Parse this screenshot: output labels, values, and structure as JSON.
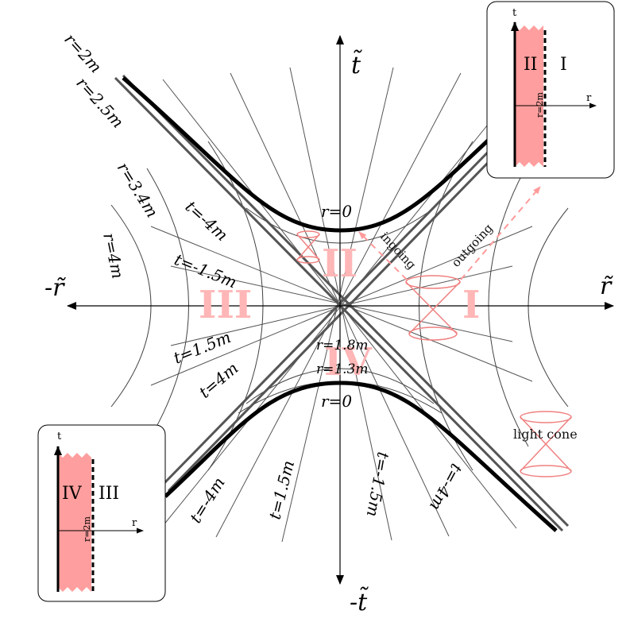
{
  "axes": {
    "t_tilde": "t̃",
    "neg_t_tilde": "-t̃",
    "r_tilde": "r̃",
    "neg_r_tilde": "-r̃"
  },
  "r_labels": {
    "r_2m": "r=2m",
    "r_2_5m": "r=2.5m",
    "r_3_4m": "r=3.4m",
    "r_4m": "r=4m",
    "r_0_top": "r=0",
    "r_0_bottom": "r=0",
    "r_1_8m": "r=1.8m",
    "r_1_3m": "r=1.3m"
  },
  "t_labels": {
    "upper_left_neg4": "t=-4m",
    "upper_left_neg1_5": "t=-1.5m",
    "lower_left_1_5": "t=1.5m",
    "lower_left_4": "t=4m",
    "bottom_neg4": "t=-4m",
    "bottom_1_5": "t=1.5m",
    "bottom_right_neg1_5": "t=-1.5m",
    "bottom_right_neg4": "t=-4m"
  },
  "regions": {
    "I": "I",
    "II": "II",
    "III": "III",
    "IV": "IV"
  },
  "annotations": {
    "ingoing": "ingoing",
    "outgoing": "outgoing",
    "light_cone": "light cone"
  },
  "inset_top": {
    "t": "t",
    "r": "r",
    "horizon": "r=2m",
    "inside": "II",
    "outside": "I"
  },
  "inset_bottom": {
    "t": "t",
    "r": "r",
    "horizon": "r=2m",
    "inside": "IV",
    "outside": "III"
  },
  "colors": {
    "line": "#000000",
    "thin_line": "#555555",
    "light_pink": "#ffb0b0",
    "region_pink": "#ffc0c0",
    "fill_pink": "#ff9e9e",
    "cone_pink": "#f08080"
  }
}
